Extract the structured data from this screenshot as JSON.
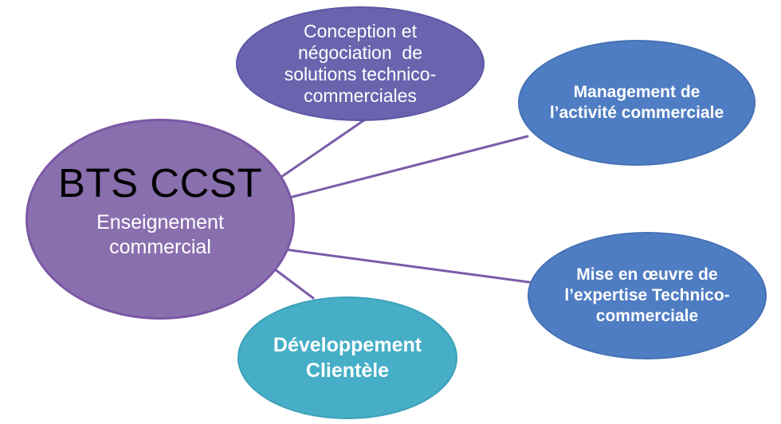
{
  "diagram": {
    "palette": {
      "main_fill": "#8a6fae",
      "main_border": "#7b58a5",
      "violet_fill": "#6a63ae",
      "blue_fill": "#4f7dc3",
      "teal_fill": "#46aec7",
      "connector": "#7a5ca7",
      "main_title_color": "#000000",
      "node_text_color": "#ffffff"
    },
    "nodes": {
      "main": {
        "title": "BTS CCST",
        "lines": [
          "Enseignement",
          "commercial"
        ]
      },
      "conception": {
        "lines": [
          "Conception et",
          "négociation  de",
          "solutions technico-",
          "commerciales"
        ]
      },
      "management": {
        "lines": [
          "Management de",
          "l’activité commerciale"
        ]
      },
      "expertise": {
        "lines": [
          "Mise en œuvre de",
          "l’expertise Technico-",
          "commerciale"
        ]
      },
      "clientele": {
        "lines": [
          "Développement",
          "Clientèle"
        ]
      }
    }
  }
}
